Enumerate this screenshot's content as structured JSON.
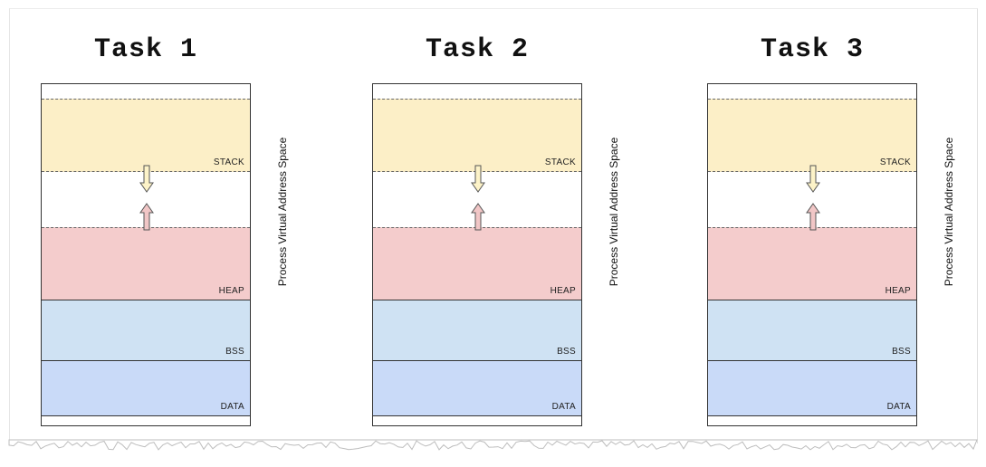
{
  "diagram": {
    "tasks": [
      {
        "title": "Task 1"
      },
      {
        "title": "Task 2"
      },
      {
        "title": "Task 3"
      }
    ],
    "segments": {
      "stack": "STACK",
      "heap": "HEAP",
      "bss": "BSS",
      "data": "DATA"
    },
    "side_label": "Process Virtual Address Space",
    "colors": {
      "stack": "#fcefc7",
      "heap": "#f4cccc",
      "bss": "#cfe2f3",
      "data": "#c9daf8",
      "stack_arrow": "#fdf3c8",
      "heap_arrow": "#f1c6c6"
    }
  }
}
